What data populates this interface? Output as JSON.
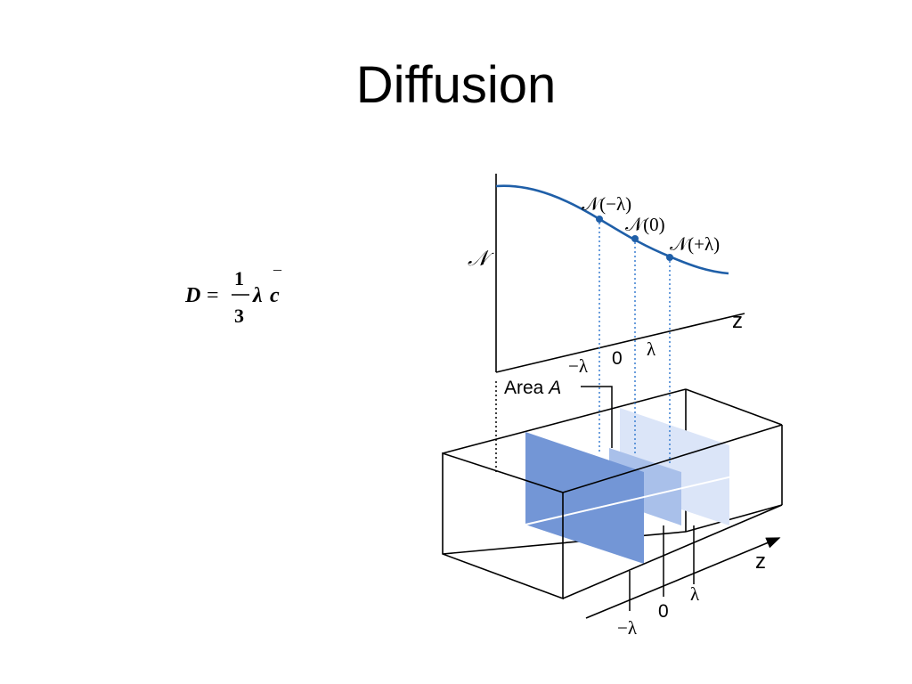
{
  "slide": {
    "title": "Diffusion"
  },
  "formula": {
    "lhs": "D",
    "equals": "=",
    "numerator": "1",
    "denominator": "3",
    "lambda": "λ",
    "c": "c",
    "bar": "¯"
  },
  "graph": {
    "y_axis_label": "𝒩",
    "z_axis_label": "z",
    "tick_minus_lambda": "−λ",
    "tick_zero": "0",
    "tick_lambda": "λ",
    "point_minus_lambda": "𝒩(−λ)",
    "point_zero": "𝒩(0)",
    "point_plus_lambda": "𝒩(+λ)"
  },
  "box": {
    "area_label_prefix": "Area ",
    "area_label_var": "A",
    "z_axis_label": "z",
    "tick_minus_lambda": "−λ",
    "tick_zero": "0",
    "tick_lambda": "λ"
  },
  "colors": {
    "curve": "#1f5fa8",
    "plane_dark": "#7396d6",
    "plane_mid": "#a9c0ea",
    "plane_light": "#dbe5f8",
    "dotted_blue": "#3a7fd0"
  }
}
